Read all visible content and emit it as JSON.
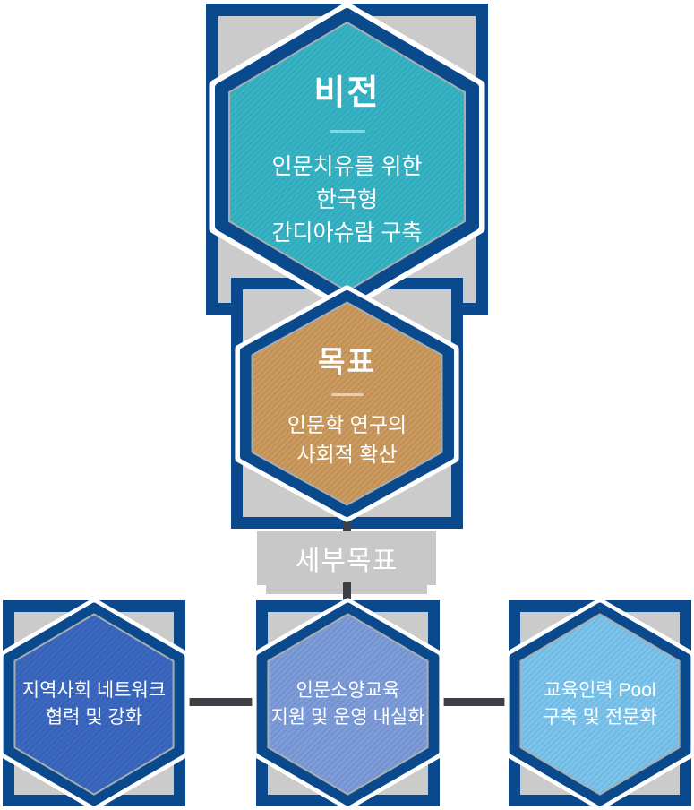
{
  "palette": {
    "navy": "#0a4a8c",
    "panel_gray": "#cbcbcb",
    "box_gray": "#c8c8c8",
    "connector": "#3a4046",
    "hex_edge": "#a7adb1",
    "text_white": "#ffffff"
  },
  "nodes": {
    "vision": {
      "title": "비전",
      "body": "인문치유를 위한\n한국형\n간디아슈람 구축",
      "fill": "#38b3c3",
      "stripe": "#2fa9ba",
      "divider": "#8bd5da"
    },
    "goal": {
      "title": "목표",
      "body": "인문학 연구의\n사회적 확산",
      "fill": "#c99a62",
      "stripe": "#c08f4f",
      "divider": "#ded1bd"
    },
    "detail_left": {
      "body": "지역사회 네트워크\n협력 및 강화",
      "fill": "#3b68c0",
      "stripe": "#3560b2"
    },
    "detail_center": {
      "body": "인문소양교육\n지원 및 운영 내실화",
      "fill": "#7e9cd8",
      "stripe": "#7290cd"
    },
    "detail_right": {
      "body": "교육인력 Pool\n구축 및 전문화",
      "fill": "#7dc3ea",
      "stripe": "#6db8e2"
    }
  },
  "sub_goal_label": "세부목표"
}
